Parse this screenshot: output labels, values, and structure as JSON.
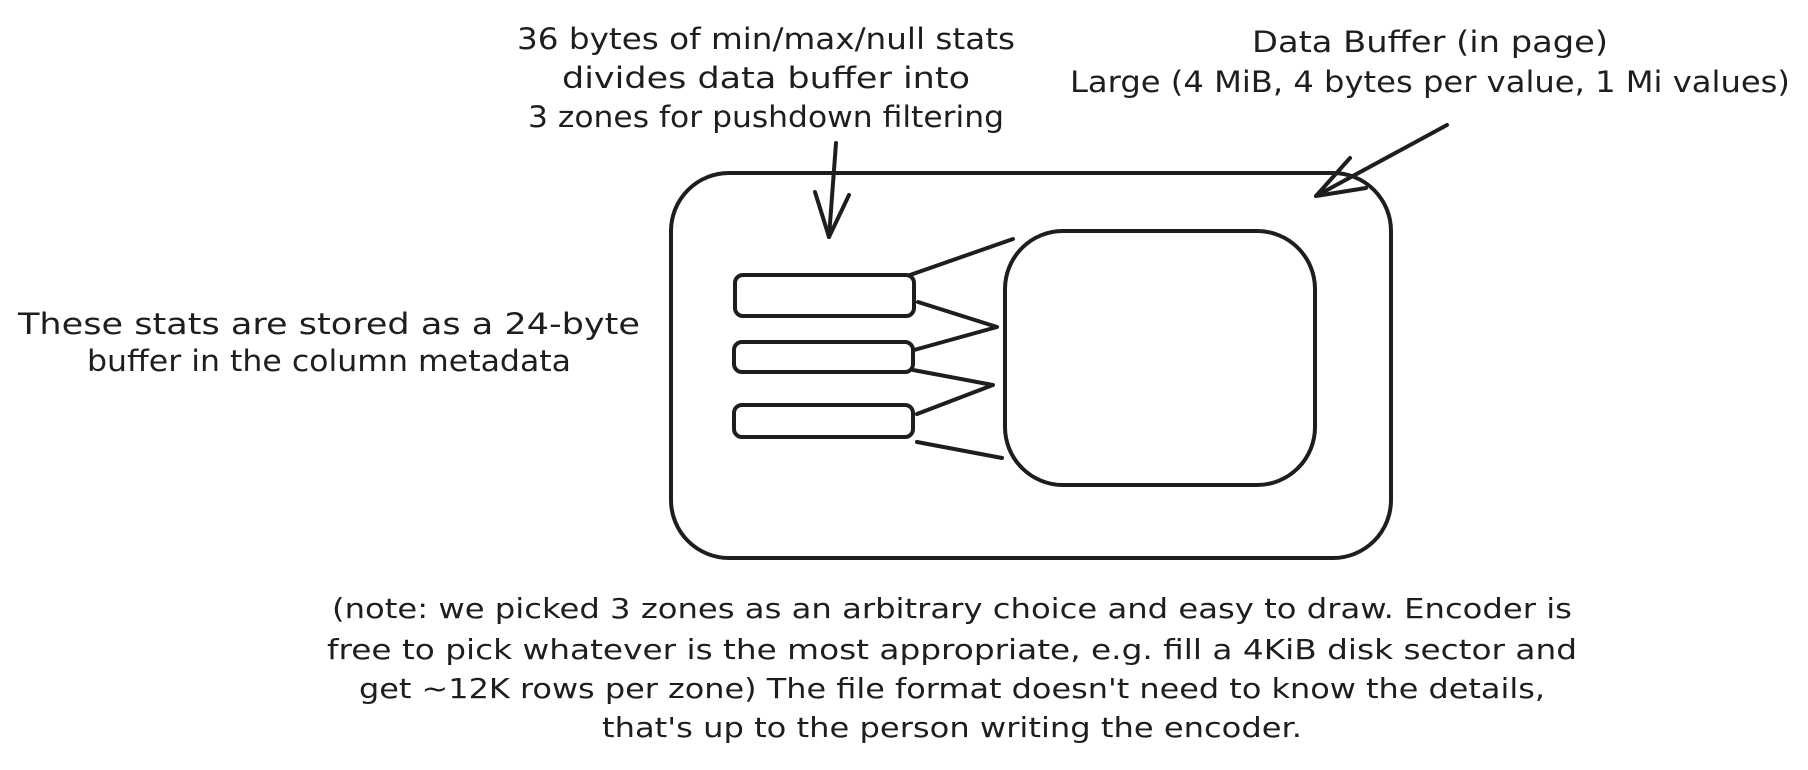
{
  "colors": {
    "stroke": "#1e1e1e",
    "background": "#ffffff",
    "stats_hatch": "#a5d8ff",
    "data_hatch": "#ffc9c9"
  },
  "labels": {
    "stats_annotation": {
      "lines": [
        "36 bytes of min/max/null stats",
        "divides data buffer into",
        "3 zones for pushdown filtering"
      ]
    },
    "data_buffer_annotation": {
      "lines": [
        "Data Buffer (in page)",
        "Large (4 MiB, 4 bytes per value, 1 Mi values)"
      ]
    },
    "metadata_annotation": {
      "lines": [
        "These stats are stored as a 24-byte",
        "buffer in the column metadata"
      ]
    },
    "note": {
      "lines": [
        "(note: we picked 3 zones as an arbitrary choice and easy to draw. Encoder is",
        "free to pick whatever is the most appropriate, e.g. fill a 4KiB disk sector and",
        "get ~12K rows per zone)  The file format doesn't need to know the details,",
        "that's up to the person writing the encoder."
      ]
    }
  },
  "diagram": {
    "page": {
      "name": "page-container"
    },
    "data_buffer": {
      "name": "data-buffer"
    },
    "zone_stats": [
      {
        "name": "zone-stats-1"
      },
      {
        "name": "zone-stats-2"
      },
      {
        "name": "zone-stats-3"
      }
    ]
  }
}
